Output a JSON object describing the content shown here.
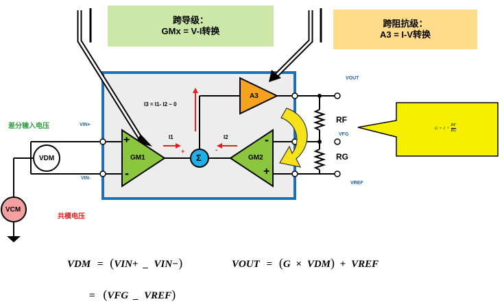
{
  "notes": {
    "transconductance": {
      "line1": "跨导级：",
      "line2": "GMx = V-I转换",
      "color": "#CCE8A8"
    },
    "transimpedance": {
      "line1": "跨阻抗级：",
      "line2": "A3 = I-V转换",
      "color": "#FFDB8C"
    }
  },
  "pins": {
    "vin_plus": "VIN+",
    "vin_minus": "VIN-",
    "vout": "VOUT",
    "vfg": "VFG",
    "vref": "VREF"
  },
  "labels": {
    "diff_input": "差分输入电压",
    "common_mode": "共模电压",
    "current_eq": "I3 =  I1- I2 ~ 0",
    "i1": "I1",
    "i2": "I2",
    "plus": "+",
    "minus": "-"
  },
  "blocks": {
    "gm1": "GM1",
    "gm2": "GM2",
    "a3": "A3",
    "sum": "Σ",
    "vdm": "VDM",
    "vcm": "VCM"
  },
  "resistors": {
    "rf": "RF",
    "rg": "RG"
  },
  "callout": {
    "g": "G",
    "eq": "=",
    "one": "1",
    "plus": "+",
    "num": "RF",
    "den": "RG"
  },
  "equations": {
    "vdm_lhs": "VDM",
    "vdm_eq": "=",
    "vdm_rhs_1": "VIN+",
    "vdm_op_1": "_",
    "vdm_rhs_2": "VIN−",
    "vdm_eq2": "=",
    "vdm_rhs_3": "VFG",
    "vdm_op_2": "_",
    "vdm_rhs_4": "VREF",
    "vout_lhs": "VOUT",
    "vout_eq": "=",
    "vout_g": "G",
    "vout_times": "×",
    "vout_vdm": "VDM",
    "vout_plus": "+",
    "vout_vref": "VREF"
  },
  "colors": {
    "frame": "#1F6FB3",
    "frame_fill": "#EDEDED",
    "amp_green": "#8CC63E",
    "amp_orange": "#F4A21E",
    "sum_blue": "#1FB0E8",
    "red": "#E02020",
    "green_text": "#2E9E3E",
    "yellow_arrow": "#F5E21A",
    "pin_blue": "#1F5FA8",
    "callout": "#F5F000"
  }
}
